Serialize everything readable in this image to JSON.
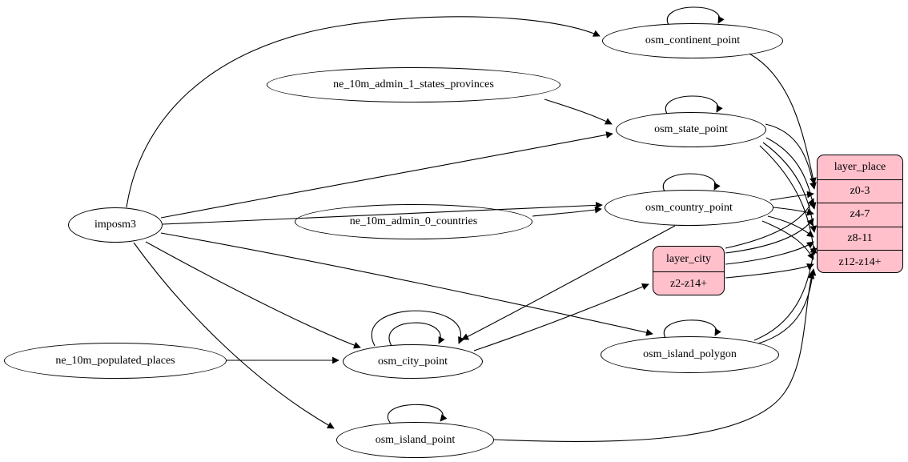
{
  "diagram": {
    "type": "etl-graph",
    "background_color": "#ffffff",
    "table_fill_color": "#ffffff",
    "layer_fill_color": "#ffc0cb",
    "stroke_color": "#000000",
    "nodes": {
      "imposm3": {
        "label": "imposm3",
        "kind": "ellipse"
      },
      "ne_10m_admin_1_states_provinces": {
        "label": "ne_10m_admin_1_states_provinces",
        "kind": "ellipse"
      },
      "ne_10m_admin_0_countries": {
        "label": "ne_10m_admin_0_countries",
        "kind": "ellipse"
      },
      "ne_10m_populated_places": {
        "label": "ne_10m_populated_places",
        "kind": "ellipse"
      },
      "osm_continent_point": {
        "label": "osm_continent_point",
        "kind": "ellipse"
      },
      "osm_state_point": {
        "label": "osm_state_point",
        "kind": "ellipse"
      },
      "osm_country_point": {
        "label": "osm_country_point",
        "kind": "ellipse"
      },
      "osm_city_point": {
        "label": "osm_city_point",
        "kind": "ellipse"
      },
      "osm_island_polygon": {
        "label": "osm_island_polygon",
        "kind": "ellipse"
      },
      "osm_island_point": {
        "label": "osm_island_point",
        "kind": "ellipse"
      },
      "layer_city": {
        "title": "layer_city",
        "rows": [
          "z2-z14+"
        ],
        "kind": "record"
      },
      "layer_place": {
        "title": "layer_place",
        "rows": [
          "z0-3",
          "z4-7",
          "z8-11",
          "z12-z14+"
        ],
        "kind": "record"
      }
    },
    "edges": [
      {
        "from": "imposm3",
        "to": "osm_continent_point"
      },
      {
        "from": "imposm3",
        "to": "osm_state_point"
      },
      {
        "from": "imposm3",
        "to": "osm_country_point"
      },
      {
        "from": "imposm3",
        "to": "osm_city_point"
      },
      {
        "from": "imposm3",
        "to": "osm_island_polygon"
      },
      {
        "from": "imposm3",
        "to": "osm_island_point"
      },
      {
        "from": "ne_10m_admin_1_states_provinces",
        "to": "osm_state_point"
      },
      {
        "from": "ne_10m_admin_0_countries",
        "to": "osm_country_point"
      },
      {
        "from": "ne_10m_populated_places",
        "to": "osm_city_point"
      },
      {
        "from": "osm_continent_point",
        "to": "osm_continent_point",
        "self": true
      },
      {
        "from": "osm_state_point",
        "to": "osm_state_point",
        "self": true
      },
      {
        "from": "osm_country_point",
        "to": "osm_country_point",
        "self": true
      },
      {
        "from": "osm_city_point",
        "to": "osm_city_point",
        "self": true
      },
      {
        "from": "osm_city_point",
        "to": "osm_city_point",
        "self": true
      },
      {
        "from": "osm_island_polygon",
        "to": "osm_island_polygon",
        "self": true
      },
      {
        "from": "osm_island_point",
        "to": "osm_island_point",
        "self": true
      },
      {
        "from": "osm_country_point",
        "to": "osm_city_point"
      },
      {
        "from": "osm_city_point",
        "to": "layer_city:z2-z14+"
      },
      {
        "from": "osm_continent_point",
        "to": "layer_place:z0-3"
      },
      {
        "from": "osm_state_point",
        "to": "layer_place:z0-3"
      },
      {
        "from": "osm_state_point",
        "to": "layer_place:z4-7"
      },
      {
        "from": "osm_state_point",
        "to": "layer_place:z8-11"
      },
      {
        "from": "osm_state_point",
        "to": "layer_place:z12-z14+"
      },
      {
        "from": "osm_country_point",
        "to": "layer_place:z0-3"
      },
      {
        "from": "osm_country_point",
        "to": "layer_place:z4-7"
      },
      {
        "from": "osm_country_point",
        "to": "layer_place:z8-11"
      },
      {
        "from": "osm_country_point",
        "to": "layer_place:z12-z14+"
      },
      {
        "from": "layer_city",
        "to": "layer_place:z0-3"
      },
      {
        "from": "layer_city",
        "to": "layer_place:z4-7"
      },
      {
        "from": "layer_city",
        "to": "layer_place:z8-11"
      },
      {
        "from": "layer_city",
        "to": "layer_place:z12-z14+"
      },
      {
        "from": "osm_island_polygon",
        "to": "layer_place:z8-11"
      },
      {
        "from": "osm_island_polygon",
        "to": "layer_place:z12-z14+"
      },
      {
        "from": "osm_island_point",
        "to": "layer_place:z12-z14+"
      }
    ]
  }
}
